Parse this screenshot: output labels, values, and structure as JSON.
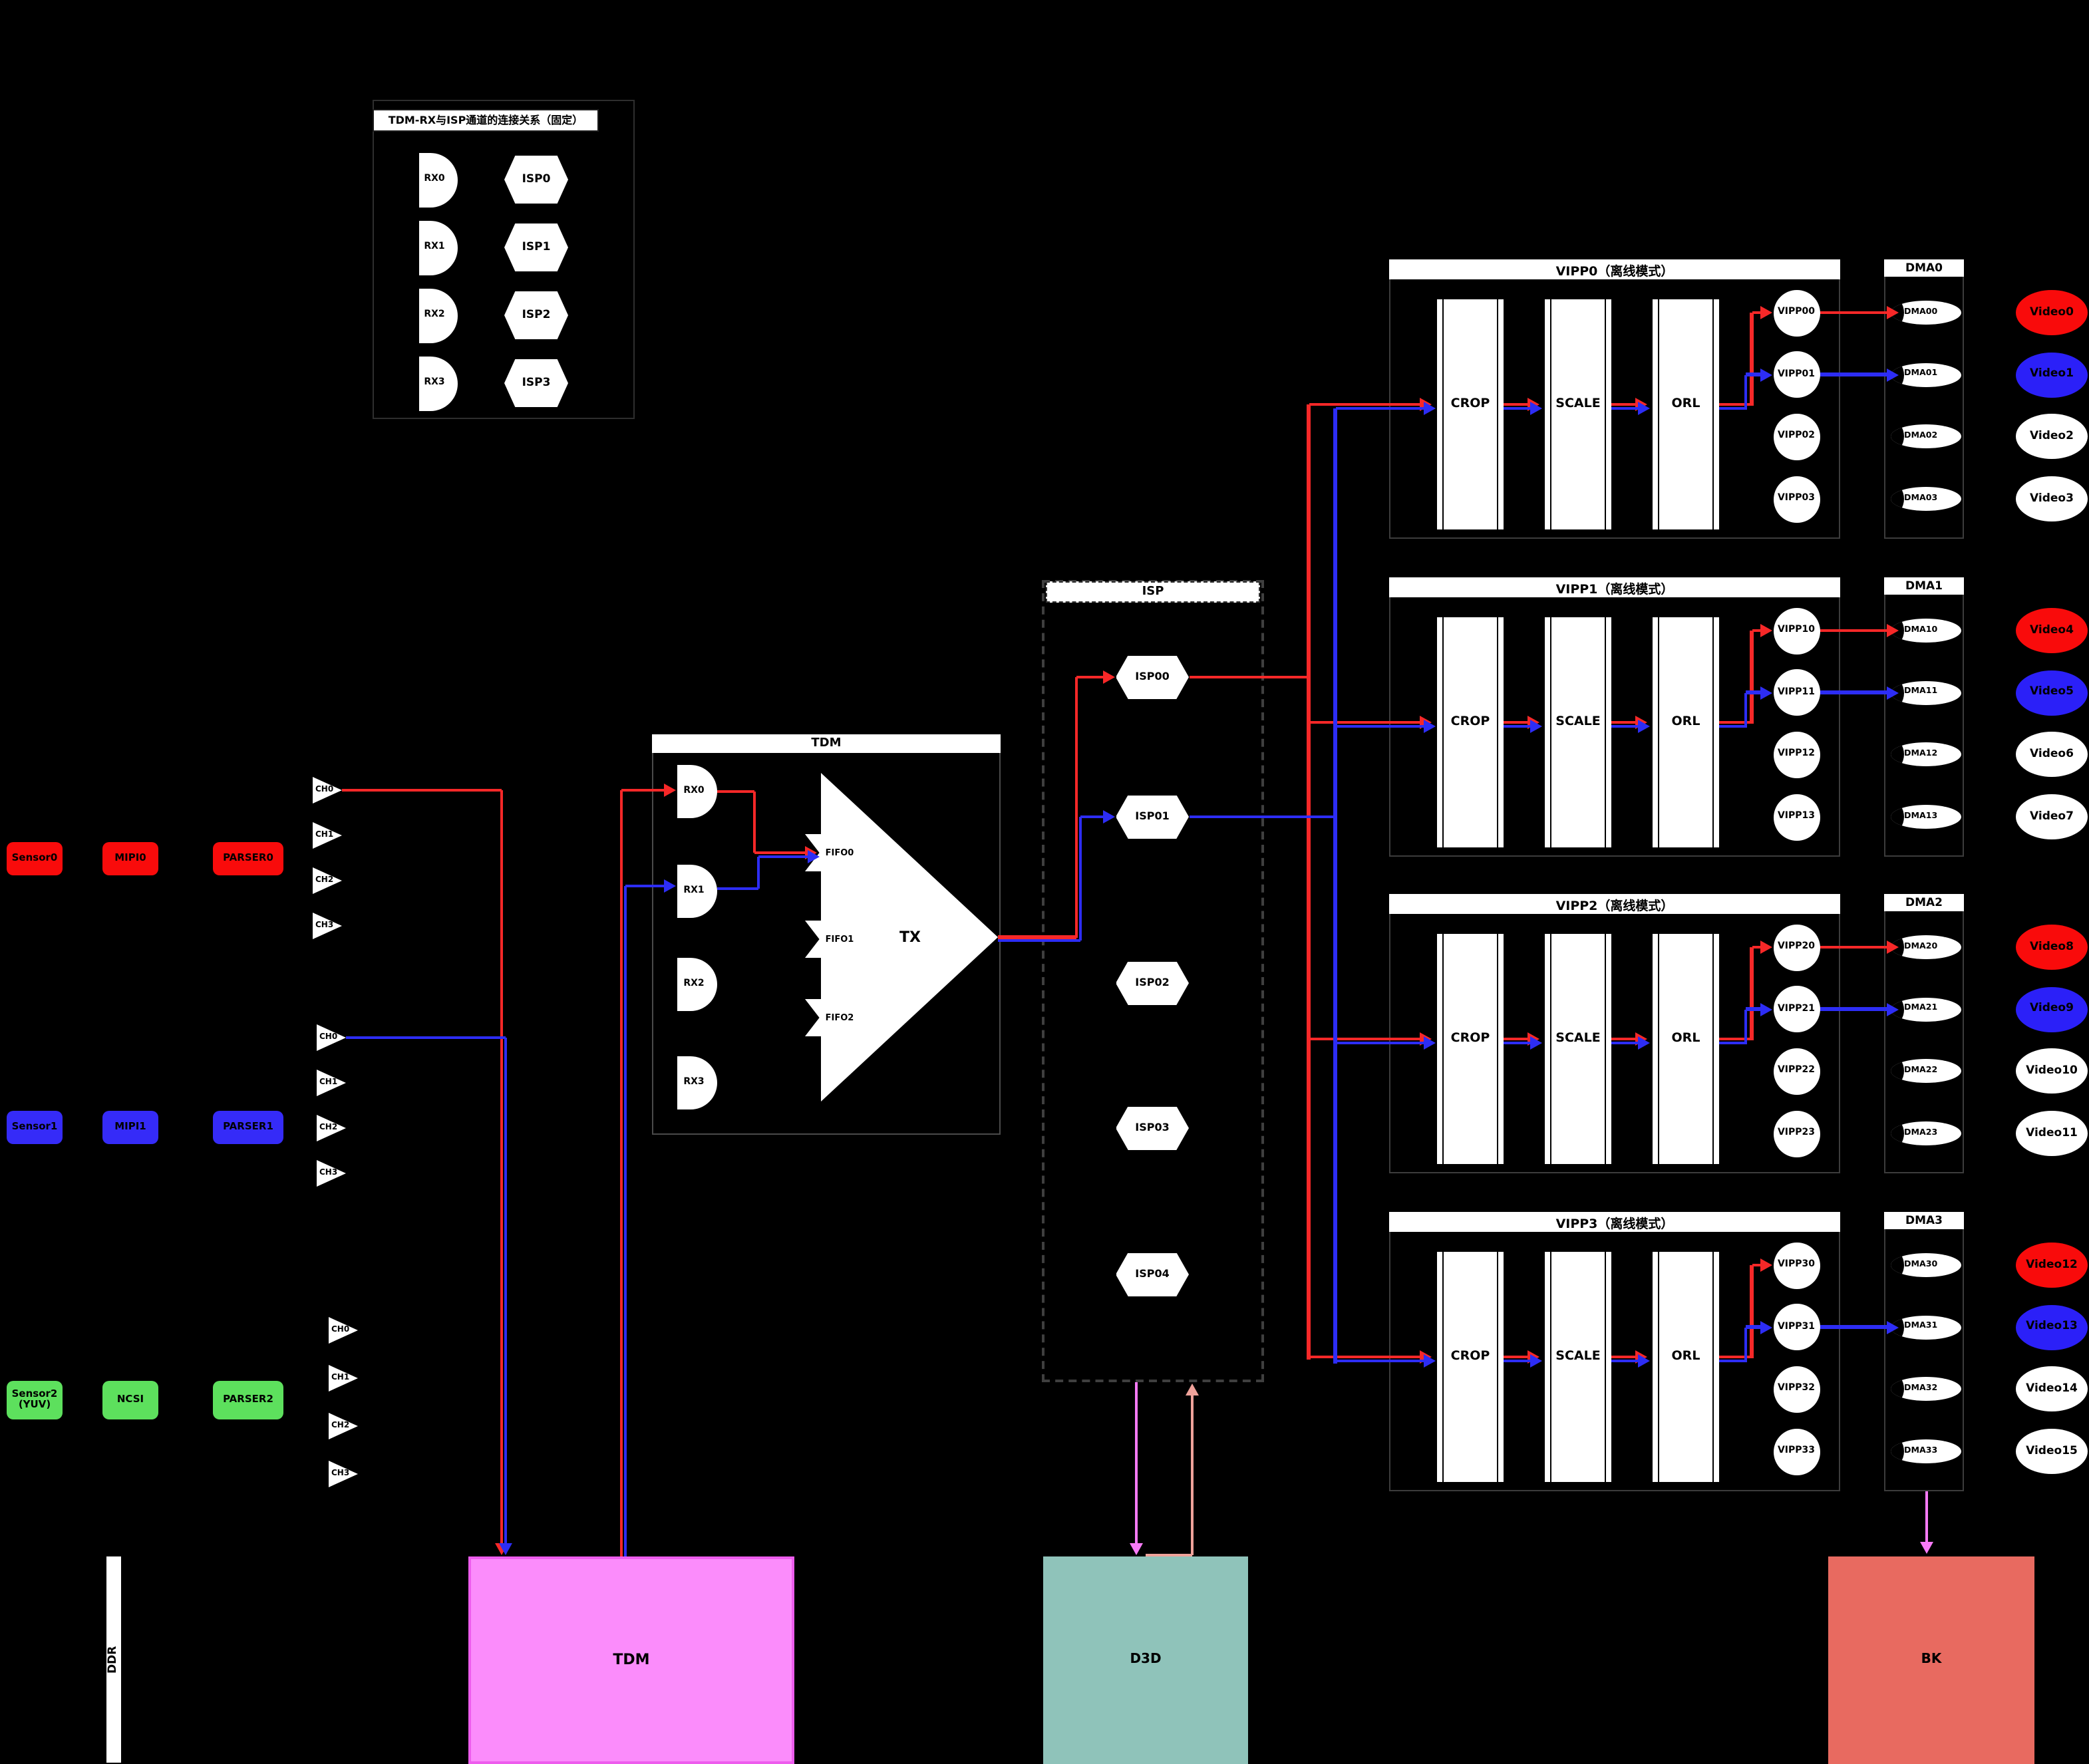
{
  "colors": {
    "red": "#f72828",
    "blue": "#2d2df5",
    "magenta": "#f97bf9",
    "salmon": "#efa29a",
    "sensor_red": "#f90b0b",
    "sensor_blue": "#352bf8",
    "sensor_green": "#5de05d",
    "video_red": "#f90b0b",
    "video_blue": "#2b20f8",
    "white": "#ffffff",
    "pink_block": "#fb8cfb",
    "pink_border": "#ee5cee",
    "teal_block": "#8fc3ba",
    "bk_block": "#e86a60"
  },
  "legend": {
    "title": "TDM-RX与ISP通道的连接关系（固定）",
    "rows": [
      {
        "rx": "RX0",
        "isp": "ISP0"
      },
      {
        "rx": "RX1",
        "isp": "ISP1"
      },
      {
        "rx": "RX2",
        "isp": "ISP2"
      },
      {
        "rx": "RX3",
        "isp": "ISP3"
      }
    ]
  },
  "sensors": [
    {
      "sensor": "Sensor0",
      "iface": "MIPI0",
      "parser": "PARSER0",
      "color": "sensor_red",
      "channels": [
        "CH0",
        "CH1",
        "CH2",
        "CH3"
      ]
    },
    {
      "sensor": "Sensor1",
      "iface": "MIPI1",
      "parser": "PARSER1",
      "color": "sensor_blue",
      "channels": [
        "CH0",
        "CH1",
        "CH2",
        "CH3"
      ]
    },
    {
      "sensor": "Sensor2\n(YUV)",
      "iface": "NCSI",
      "parser": "PARSER2",
      "color": "sensor_green",
      "channels": [
        "CH0",
        "CH1",
        "CH2",
        "CH3"
      ]
    }
  ],
  "tdm": {
    "title": "TDM",
    "rx": [
      "RX0",
      "RX1",
      "RX2",
      "RX3"
    ],
    "fifos": [
      "FIFO0",
      "FIFO1",
      "FIFO2"
    ],
    "tx": "TX"
  },
  "isp": {
    "title": "ISP",
    "nodes": [
      "ISP00",
      "ISP01",
      "ISP02",
      "ISP03",
      "ISP04"
    ]
  },
  "groups": [
    {
      "title": "VIPP0（离线模式）",
      "stages": [
        "CROP",
        "SCALE",
        "ORL"
      ],
      "nodes": [
        "VIPP00",
        "VIPP01",
        "VIPP02",
        "VIPP03"
      ],
      "dma_title": "DMA0",
      "dma_nodes": [
        "DMA00",
        "DMA01",
        "DMA02",
        "DMA03"
      ],
      "videos": [
        {
          "label": "Video0",
          "color": "video_red"
        },
        {
          "label": "Video1",
          "color": "video_blue"
        },
        {
          "label": "Video2",
          "color": "white"
        },
        {
          "label": "Video3",
          "color": "white"
        }
      ],
      "red_to_dma": true
    },
    {
      "title": "VIPP1（离线模式）",
      "stages": [
        "CROP",
        "SCALE",
        "ORL"
      ],
      "nodes": [
        "VIPP10",
        "VIPP11",
        "VIPP12",
        "VIPP13"
      ],
      "dma_title": "DMA1",
      "dma_nodes": [
        "DMA10",
        "DMA11",
        "DMA12",
        "DMA13"
      ],
      "videos": [
        {
          "label": "Video4",
          "color": "video_red"
        },
        {
          "label": "Video5",
          "color": "video_blue"
        },
        {
          "label": "Video6",
          "color": "white"
        },
        {
          "label": "Video7",
          "color": "white"
        }
      ],
      "red_to_dma": true
    },
    {
      "title": "VIPP2（离线模式）",
      "stages": [
        "CROP",
        "SCALE",
        "ORL"
      ],
      "nodes": [
        "VIPP20",
        "VIPP21",
        "VIPP22",
        "VIPP23"
      ],
      "dma_title": "DMA2",
      "dma_nodes": [
        "DMA20",
        "DMA21",
        "DMA22",
        "DMA23"
      ],
      "videos": [
        {
          "label": "Video8",
          "color": "video_red"
        },
        {
          "label": "Video9",
          "color": "video_blue"
        },
        {
          "label": "Video10",
          "color": "white"
        },
        {
          "label": "Video11",
          "color": "white"
        }
      ],
      "red_to_dma": true
    },
    {
      "title": "VIPP3（离线模式）",
      "stages": [
        "CROP",
        "SCALE",
        "ORL"
      ],
      "nodes": [
        "VIPP30",
        "VIPP31",
        "VIPP32",
        "VIPP33"
      ],
      "dma_title": "DMA3",
      "dma_nodes": [
        "DMA30",
        "DMA31",
        "DMA32",
        "DMA33"
      ],
      "videos": [
        {
          "label": "Video12",
          "color": "video_red"
        },
        {
          "label": "Video13",
          "color": "video_blue"
        },
        {
          "label": "Video14",
          "color": "white"
        },
        {
          "label": "Video15",
          "color": "white"
        }
      ],
      "red_to_dma": false
    }
  ],
  "bottom": {
    "ddr": "DDR",
    "tdm": "TDM",
    "d3d": "D3D",
    "bk": "BK"
  }
}
